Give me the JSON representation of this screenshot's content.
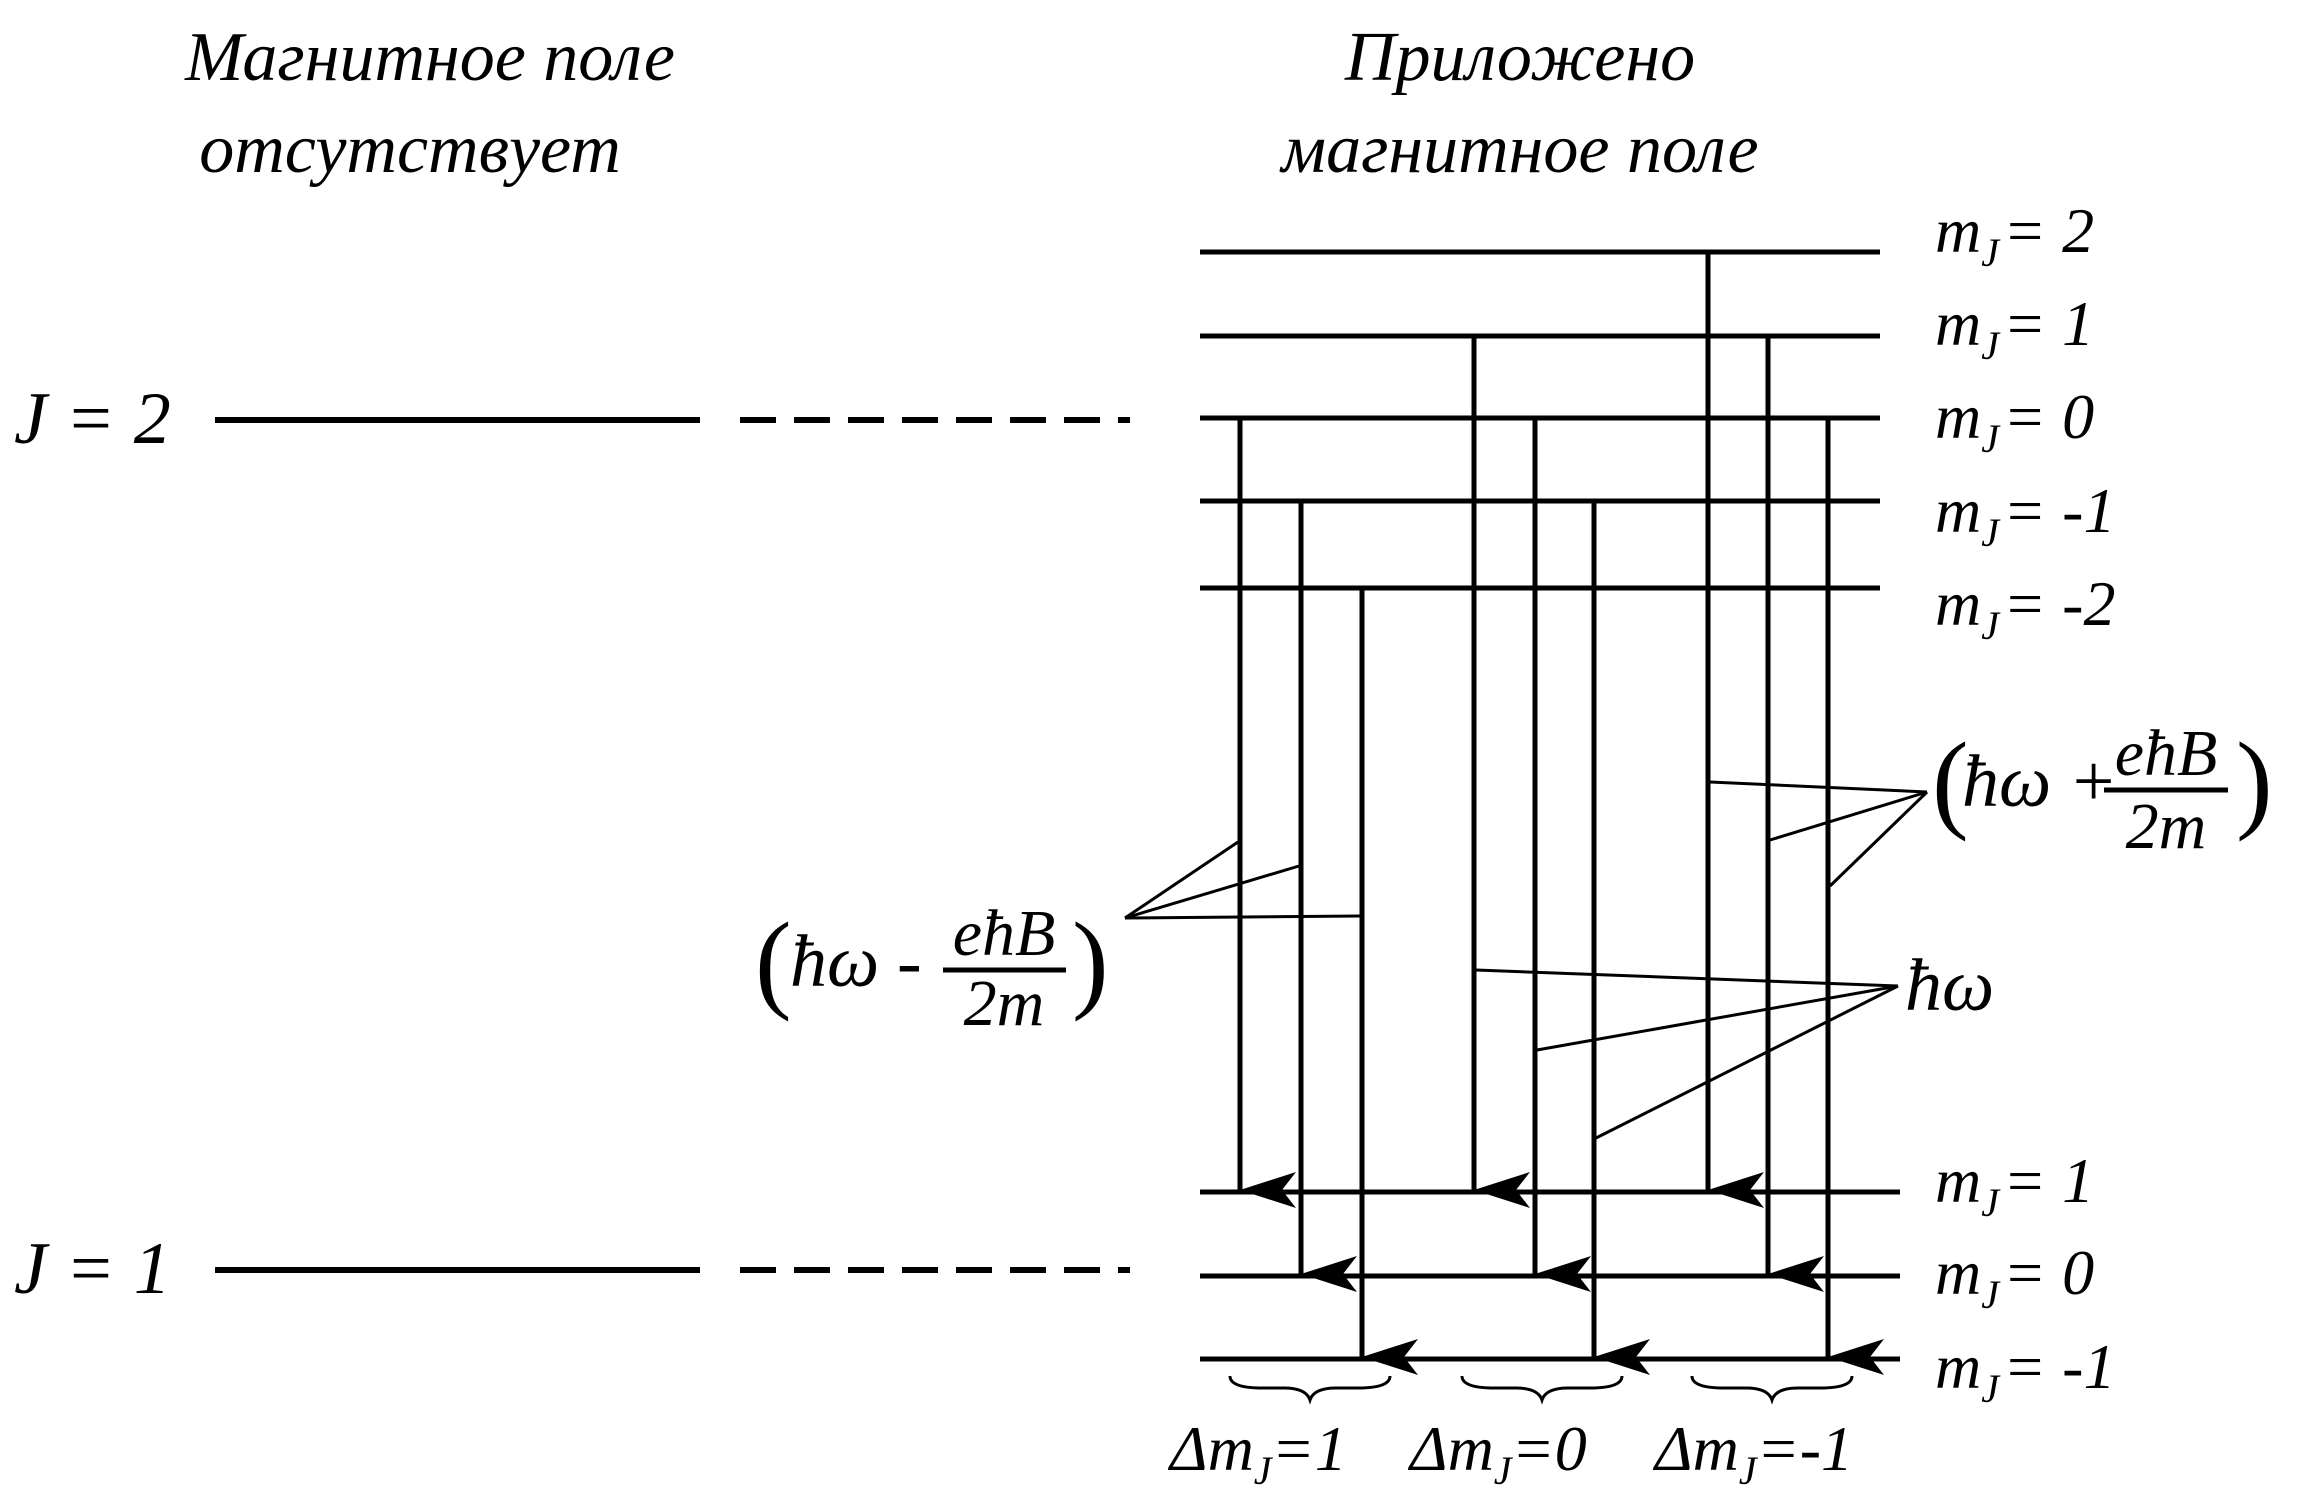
{
  "titles": {
    "left_line1": "Магнитное поле",
    "left_line2": "отсутствует",
    "right_line1": "Приложено",
    "right_line2": "магнитное поле"
  },
  "levels": {
    "upper_J": "J = 2",
    "lower_J": "J = 1",
    "m_symbol": "m",
    "m_subscript": "J",
    "upper_m": [
      "= 2",
      "= 1",
      "= 0",
      "= -1",
      "= -2"
    ],
    "lower_m": [
      "= 1",
      "= 0",
      "= -1"
    ]
  },
  "energies": {
    "minus": {
      "open": "(",
      "hw": "ħω",
      "op": "-",
      "numerator": "eħB",
      "denominator": "2m",
      "close": ")"
    },
    "plus": {
      "open": "(",
      "hw": "ħω",
      "op": "+",
      "numerator": "eħB",
      "denominator": "2m",
      "close": ")"
    },
    "center": "ħω"
  },
  "groups": [
    {
      "delta": "Δm",
      "sub": "J",
      "value": "=1"
    },
    {
      "delta": "Δm",
      "sub": "J",
      "value": "=0"
    },
    {
      "delta": "Δm",
      "sub": "J",
      "value": "=-1"
    }
  ],
  "colors": {
    "ink": "#000000",
    "background": "#ffffff"
  }
}
